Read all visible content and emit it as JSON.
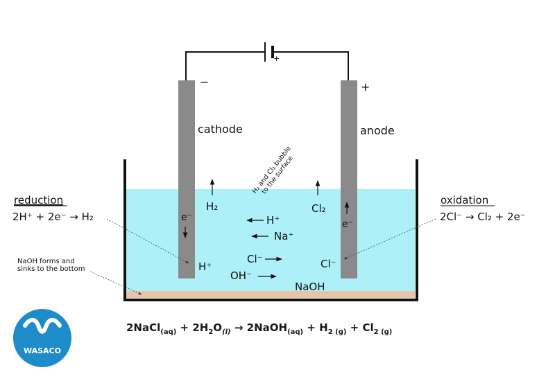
{
  "diagram": {
    "cathode_label": "cathode",
    "anode_label": "anode",
    "cathode_sign": "−",
    "anode_sign": "+",
    "battery_sign": "+",
    "bubble_note_line1": "H₂ and Cl₂ bubble",
    "bubble_note_line2": "to the surface",
    "reduction": {
      "title": "reduction",
      "equation": "2H⁺ + 2e⁻ → H₂"
    },
    "oxidation": {
      "title": "oxidation",
      "equation": "2Cl⁻ → Cl₂ + 2e⁻"
    },
    "naoh_note_line1": "NaOH forms and",
    "naoh_note_line2": "sinks to the bottom",
    "cathode_side": {
      "electron": "e⁻",
      "gas": "H₂",
      "ion": "H⁺"
    },
    "anode_side": {
      "electron": "e⁻",
      "gas": "Cl₂",
      "ion": "Cl⁻"
    },
    "solution_ions": {
      "h_plus": "H⁺",
      "na_plus": "Na⁺",
      "cl_minus": "Cl⁻",
      "oh_minus": "OH⁻",
      "naoh": "NaOH"
    },
    "overall_equation": {
      "p1": "2NaCl",
      "s1": "(aq)",
      "p2": " + 2H",
      "s2": "2",
      "p3": "O",
      "s3": "(l)",
      "p4": " → 2NaOH",
      "s4": "(aq)",
      "p5": " + H",
      "s5": "2 (g)",
      "p6": " + Cl",
      "s6": "2 (g)"
    },
    "colors": {
      "solution": "#aef0f8",
      "electrode": "#8a8a8a",
      "sediment": "#e8c4a8",
      "container": "#111111"
    }
  },
  "logo": {
    "text": "WASACO",
    "icon": "wave-icon",
    "color": "#1e8cc8"
  }
}
